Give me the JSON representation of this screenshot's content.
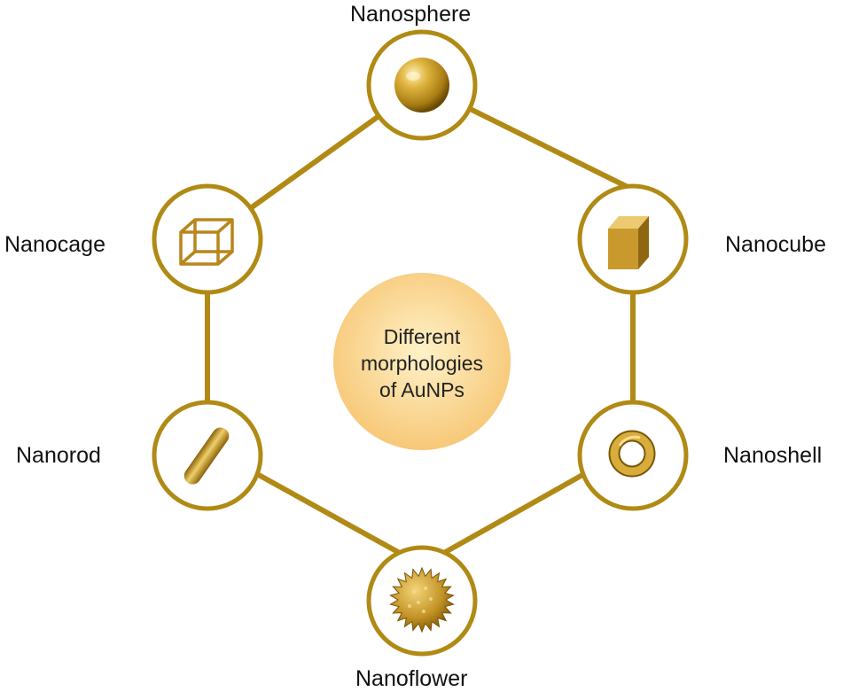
{
  "center": {
    "lines": [
      "Different",
      "morphologies",
      "of AuNPs"
    ]
  },
  "nodes": {
    "top": {
      "label": "Nanosphere",
      "icon": "sphere-icon"
    },
    "right_upper": {
      "label": "Nanocube",
      "icon": "cube-icon"
    },
    "right_lower": {
      "label": "Nanoshell",
      "icon": "torus-icon"
    },
    "bottom": {
      "label": "Nanoflower",
      "icon": "spiky-flower-icon"
    },
    "left_lower": {
      "label": "Nanorod",
      "icon": "rod-icon"
    },
    "left_upper": {
      "label": "Nanocage",
      "icon": "wire-cube-icon"
    }
  },
  "colors": {
    "ring": "#b08a14",
    "gold_light": "#f5dc8c",
    "gold_mid": "#d4a838",
    "gold_dark": "#7a5606",
    "center_light": "#fff2c8",
    "center_dark": "#f7c878"
  }
}
